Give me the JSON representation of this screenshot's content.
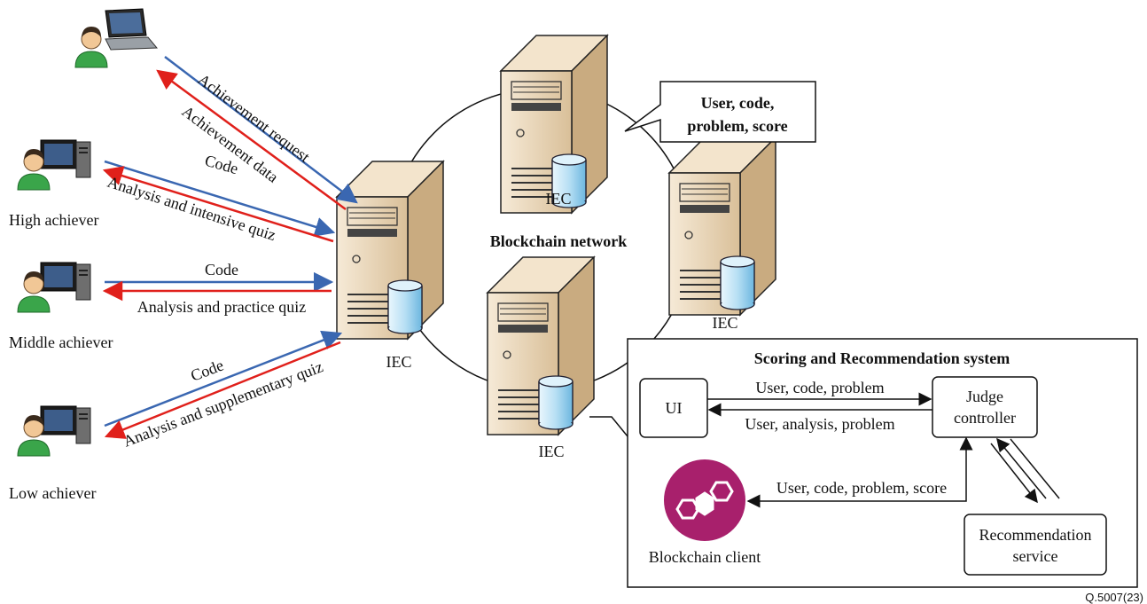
{
  "users": {
    "top_user": "",
    "high": "High achiever",
    "middle": "Middle achiever",
    "low": "Low achiever"
  },
  "arrows": {
    "achievement_request": "Achievement request",
    "achievement_data": "Achievement data",
    "high_code": "Code",
    "high_analysis": "Analysis and intensive quiz",
    "middle_code": "Code",
    "middle_analysis": "Analysis and practice quiz",
    "low_code": "Code",
    "low_analysis": "Analysis and supplementary quiz"
  },
  "network": {
    "title": "Blockchain network",
    "iec_label": "IEC",
    "callout_line1": "User, code,",
    "callout_line2": "problem, score"
  },
  "system": {
    "title": "Scoring and Recommendation system",
    "ui": "UI",
    "judge_line1": "Judge",
    "judge_line2": "controller",
    "rec_line1": "Recommendation",
    "rec_line2": "service",
    "blockchain_client": "Blockchain client",
    "msg_ui_to_judge": "User, code, problem",
    "msg_judge_to_ui": "User, analysis, problem",
    "msg_judge_to_client": "User, code, problem, score"
  },
  "figure_id": "Q.5007(23)",
  "colors": {
    "request_arrow": "#3a67b1",
    "response_arrow": "#e0201b",
    "server_body": "#ead7bb",
    "database": "#bfe3f6",
    "client_icon": "#a8206c",
    "user_shirt": "#3aa54a"
  }
}
